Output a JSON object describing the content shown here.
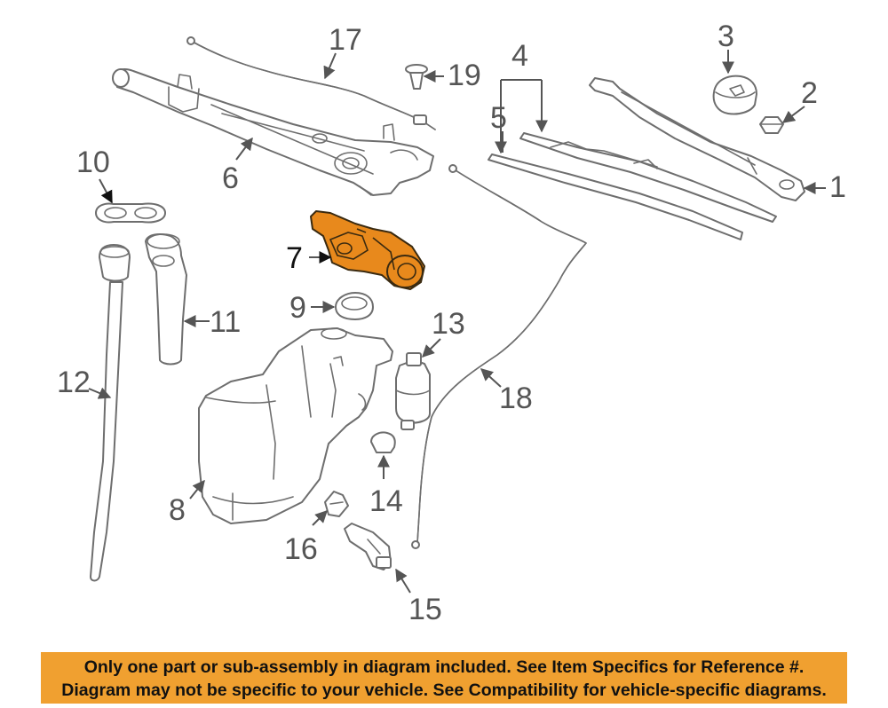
{
  "callouts": [
    "1",
    "2",
    "3",
    "4",
    "5",
    "6",
    "7",
    "8",
    "9",
    "10",
    "11",
    "12",
    "13",
    "14",
    "15",
    "16",
    "17",
    "18",
    "19"
  ],
  "highlighted_part": "7",
  "colors": {
    "highlight": "#e8891c",
    "banner": "#f0a030",
    "line": "#6e6e6e"
  },
  "notice": {
    "line1": "Only one part or sub-assembly in diagram included. See Item Specifics for Reference #.",
    "line2": "Diagram may not be specific to your vehicle. See Compatibility for vehicle-specific diagrams."
  }
}
